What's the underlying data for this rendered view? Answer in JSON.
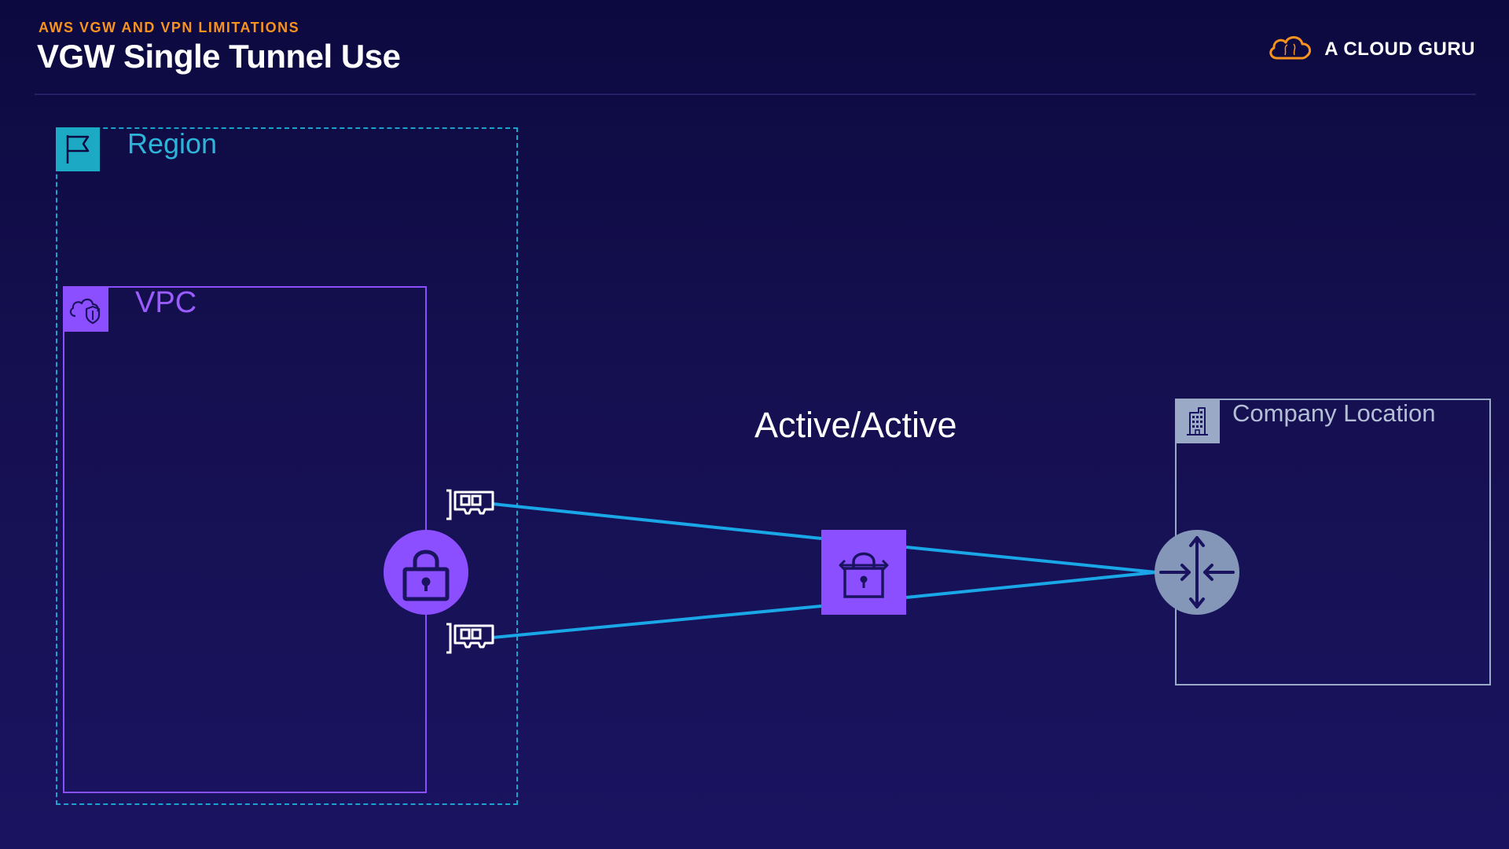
{
  "header": {
    "kicker": "AWS VGW AND VPN LIMITATIONS",
    "title": "VGW Single Tunnel Use",
    "brand": "A CLOUD GURU"
  },
  "diagram": {
    "region_label": "Region",
    "vpc_label": "VPC",
    "company_label": "Company Location",
    "tunnel_label": "Active/Active"
  },
  "icons": {
    "region": "flag-icon",
    "vpc": "cloud-shield-icon",
    "company": "building-icon",
    "vgw": "padlock-icon",
    "vpn_connection": "vpn-lock-icon",
    "customer_gateway": "router-icon",
    "tunnel_endpoints": "network-interface-icon",
    "brand": "cloud-icon"
  },
  "colors": {
    "background": "#151050",
    "accent_orange": "#f7931e",
    "region": "#1ba3cf",
    "vpc": "#8c4fff",
    "company": "#9aaac6",
    "tunnel_line": "#1aa7e8"
  }
}
